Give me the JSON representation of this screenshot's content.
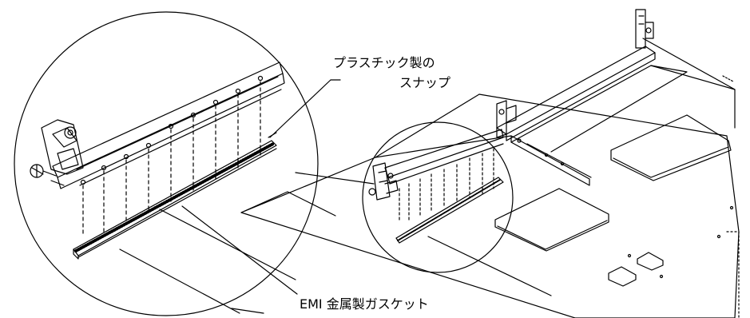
{
  "labels": {
    "snap_line1": "プラスチック製の",
    "snap_line2": "スナップ",
    "gasket": "EMI 金属製ガスケット"
  },
  "colors": {
    "line": "#000000",
    "background": "#ffffff"
  }
}
